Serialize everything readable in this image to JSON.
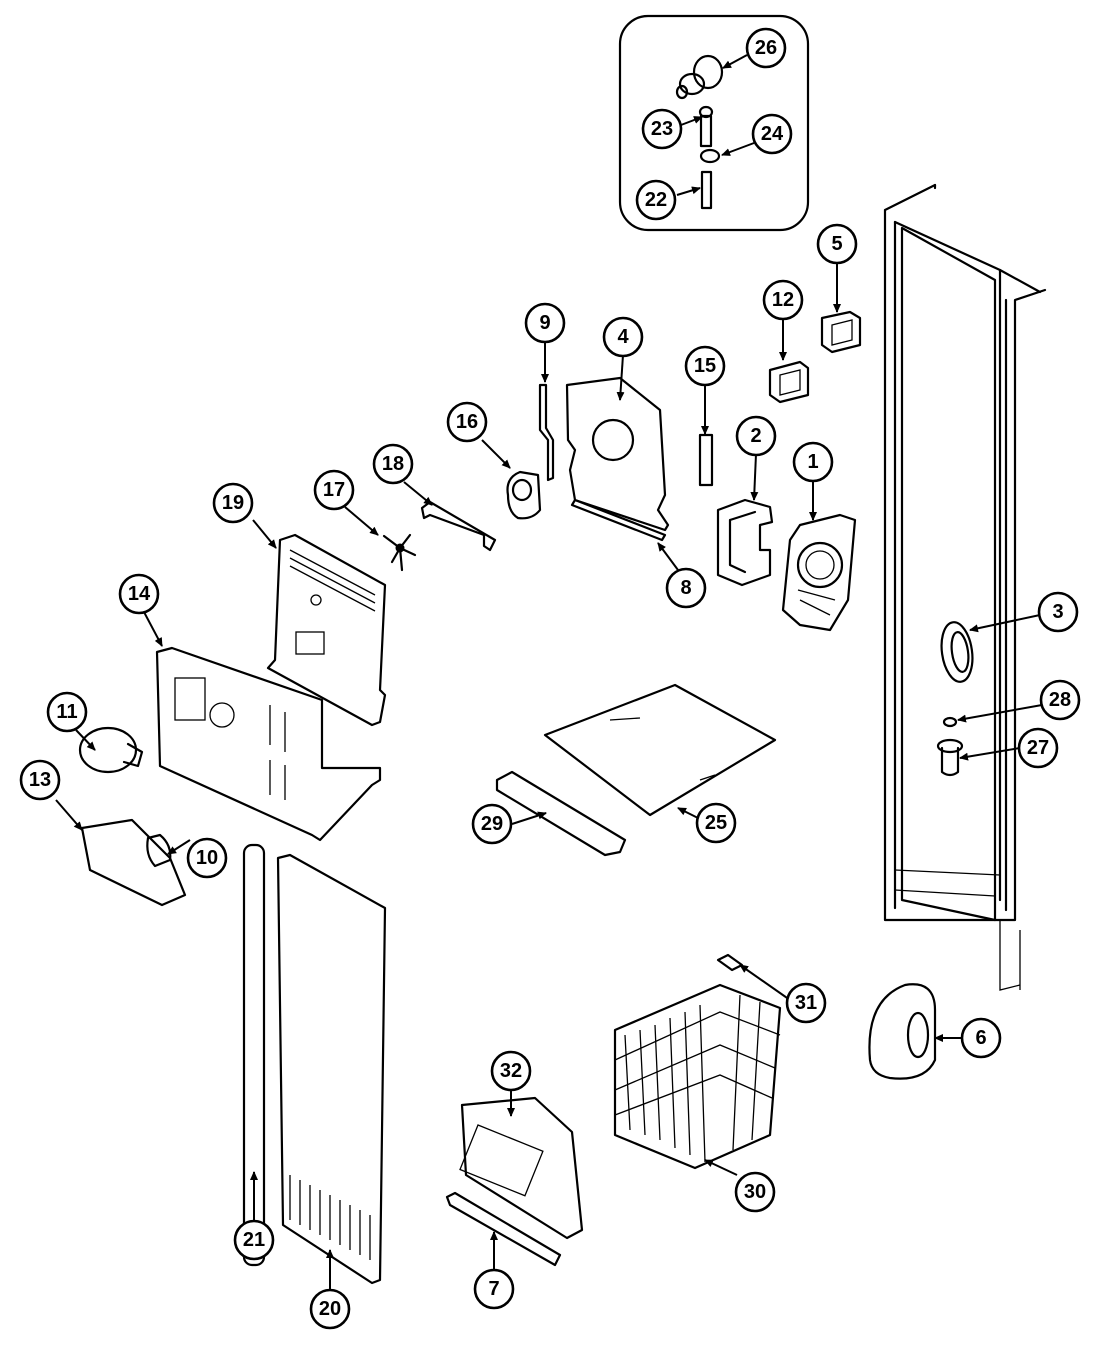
{
  "callouts": {
    "c1": "1",
    "c2": "2",
    "c3": "3",
    "c4": "4",
    "c5": "5",
    "c6": "6",
    "c7": "7",
    "c8": "8",
    "c9": "9",
    "c10": "10",
    "c11": "11",
    "c12": "12",
    "c13": "13",
    "c14": "14",
    "c15": "15",
    "c16": "16",
    "c17": "17",
    "c18": "18",
    "c19": "19",
    "c20": "20",
    "c21": "21",
    "c22": "22",
    "c23": "23",
    "c24": "24",
    "c25": "25",
    "c26": "26",
    "c27": "27",
    "c28": "28",
    "c29": "29",
    "c30": "30",
    "c31": "31",
    "c32": "32"
  },
  "colors": {
    "line": "#000000",
    "background": "#ffffff"
  }
}
